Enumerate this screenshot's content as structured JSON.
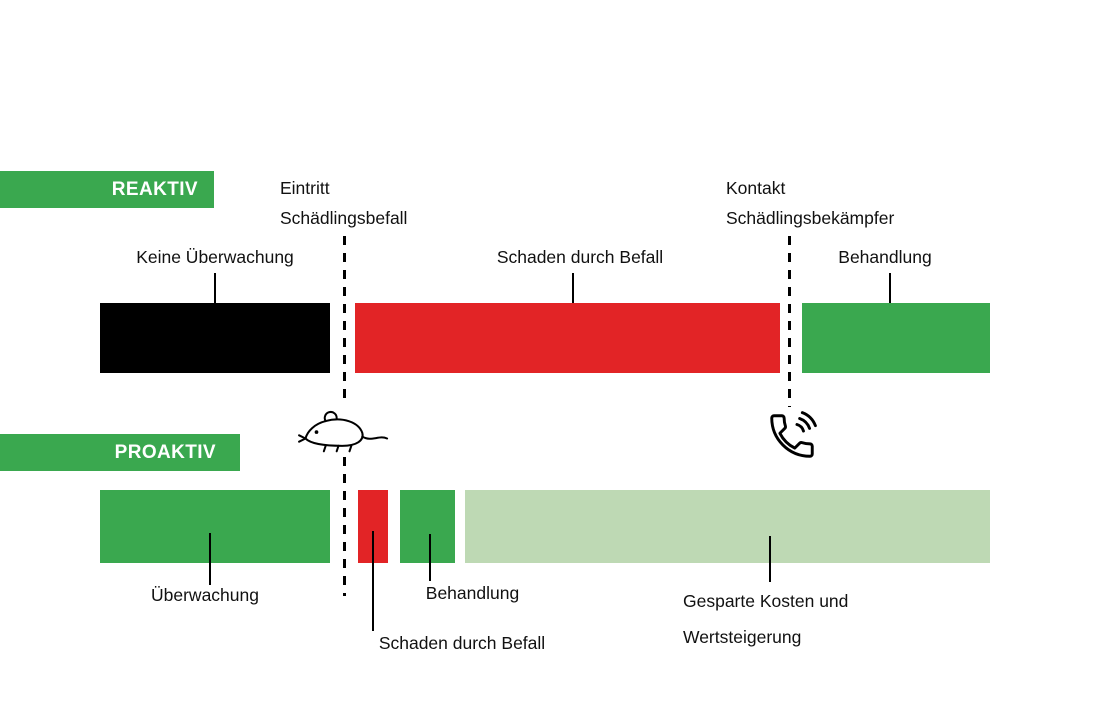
{
  "colors": {
    "green": "#3aa84f",
    "red": "#e22426",
    "light_green": "#bed9b4",
    "black": "#000000",
    "text": "#111111",
    "white": "#ffffff"
  },
  "reactive": {
    "badge": "REAKTIV",
    "milestone_1": {
      "line1": "Eintritt",
      "line2": "Schädlingsbefall"
    },
    "milestone_2": {
      "line1": "Kontakt",
      "line2": "Schädlingsbekämpfer"
    },
    "segments": [
      {
        "label": "Keine Überwachung",
        "color": "#000000"
      },
      {
        "label": "Schaden durch Befall",
        "color": "#e22426"
      },
      {
        "label": "Behandlung",
        "color": "#3aa84f"
      }
    ]
  },
  "proactive": {
    "badge": "PROAKTIV",
    "segments": [
      {
        "label": "Überwachung",
        "color": "#3aa84f"
      },
      {
        "label": "Schaden durch Befall",
        "color": "#e22426"
      },
      {
        "label": "Behandlung",
        "color": "#3aa84f"
      },
      {
        "label_line1": "Gesparte Kosten und",
        "label_line2": "Wertsteigerung",
        "color": "#bed9b4"
      }
    ]
  },
  "icons": {
    "mouse": "mouse-icon",
    "phone": "phone-call-icon"
  }
}
